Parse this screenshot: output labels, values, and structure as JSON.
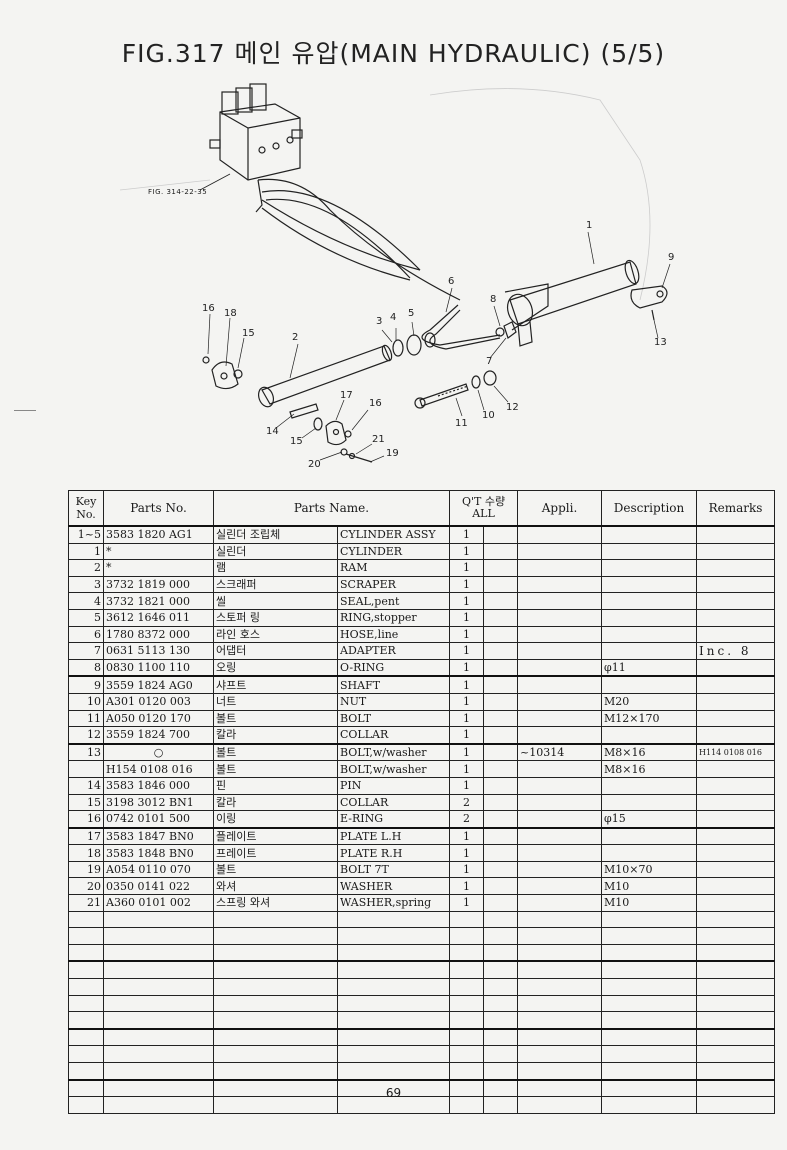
{
  "title": "FIG.317 메인 유압(MAIN HYDRAULIC) (5/5)",
  "figure_ref": "FIG. 314-22-35",
  "callouts": [
    "1",
    "2",
    "3",
    "4",
    "5",
    "6",
    "7",
    "8",
    "9",
    "10",
    "11",
    "12",
    "13",
    "14",
    "15",
    "15",
    "16",
    "16",
    "17",
    "18",
    "19",
    "20",
    "21"
  ],
  "table": {
    "headers": {
      "key_line1": "Key",
      "key_line2": "No.",
      "parts_no": "Parts No.",
      "parts_name": "Parts Name.",
      "qty_line1": "Q'T 수량",
      "qty_line2": "ALL",
      "appli": "Appli.",
      "description": "Description",
      "remarks": "Remarks"
    },
    "rows": [
      {
        "key": "1~5",
        "part_no": "3583 1820 AG1",
        "name_kr": "실린더 조립체",
        "name_en": "CYLINDER ASSY",
        "qty": "1",
        "appli": "",
        "desc": "",
        "remarks": ""
      },
      {
        "key": "1",
        "part_no": "*",
        "name_kr": "실린더",
        "name_en": "CYLINDER",
        "qty": "1",
        "appli": "",
        "desc": "",
        "remarks": ""
      },
      {
        "key": "2",
        "part_no": "*",
        "name_kr": "램",
        "name_en": "RAM",
        "qty": "1",
        "appli": "",
        "desc": "",
        "remarks": ""
      },
      {
        "key": "3",
        "part_no": "3732 1819 000",
        "name_kr": "스크래퍼",
        "name_en": "SCRAPER",
        "qty": "1",
        "appli": "",
        "desc": "",
        "remarks": ""
      },
      {
        "key": "4",
        "part_no": "3732 1821 000",
        "name_kr": "씰",
        "name_en": "SEAL,pent",
        "qty": "1",
        "appli": "",
        "desc": "",
        "remarks": ""
      },
      {
        "key": "5",
        "part_no": "3612 1646 011",
        "name_kr": "스토퍼 링",
        "name_en": "RING,stopper",
        "qty": "1",
        "appli": "",
        "desc": "",
        "remarks": ""
      },
      {
        "key": "6",
        "part_no": "1780 8372 000",
        "name_kr": "라인 호스",
        "name_en": "HOSE,line",
        "qty": "1",
        "appli": "",
        "desc": "",
        "remarks": ""
      },
      {
        "key": "7",
        "part_no": "0631 5113 130",
        "name_kr": "어댑터",
        "name_en": "ADAPTER",
        "qty": "1",
        "appli": "",
        "desc": "",
        "remarks": "Inc. 8"
      },
      {
        "key": "8",
        "part_no": "0830 1100 110",
        "name_kr": "오링",
        "name_en": "O-RING",
        "qty": "1",
        "appli": "",
        "desc": "φ11",
        "remarks": ""
      },
      {
        "key": "9",
        "part_no": "3559 1824 AG0",
        "name_kr": "샤프트",
        "name_en": "SHAFT",
        "qty": "1",
        "appli": "",
        "desc": "",
        "remarks": ""
      },
      {
        "key": "10",
        "part_no": "A301 0120 003",
        "name_kr": "너트",
        "name_en": "NUT",
        "qty": "1",
        "appli": "",
        "desc": "M20",
        "remarks": ""
      },
      {
        "key": "11",
        "part_no": "A050 0120 170",
        "name_kr": "볼트",
        "name_en": "BOLT",
        "qty": "1",
        "appli": "",
        "desc": "M12×170",
        "remarks": ""
      },
      {
        "key": "12",
        "part_no": "3559 1824 700",
        "name_kr": "칼라",
        "name_en": "COLLAR",
        "qty": "1",
        "appli": "",
        "desc": "",
        "remarks": ""
      },
      {
        "key": "13",
        "part_no": "○",
        "name_kr": "볼트",
        "name_en": "BOLT,w/washer",
        "qty": "1",
        "appli": "~10314",
        "desc": "M8×16",
        "remarks": "H114 0108 016"
      },
      {
        "key": "",
        "part_no": "H154 0108 016",
        "name_kr": "볼트",
        "name_en": "BOLT,w/washer",
        "qty": "1",
        "appli": "",
        "desc": "M8×16",
        "remarks": ""
      },
      {
        "key": "14",
        "part_no": "3583 1846 000",
        "name_kr": "핀",
        "name_en": "PIN",
        "qty": "1",
        "appli": "",
        "desc": "",
        "remarks": ""
      },
      {
        "key": "15",
        "part_no": "3198 3012 BN1",
        "name_kr": "칼라",
        "name_en": "COLLAR",
        "qty": "2",
        "appli": "",
        "desc": "",
        "remarks": ""
      },
      {
        "key": "16",
        "part_no": "0742 0101 500",
        "name_kr": "이링",
        "name_en": "E-RING",
        "qty": "2",
        "appli": "",
        "desc": "φ15",
        "remarks": ""
      },
      {
        "key": "17",
        "part_no": "3583 1847 BN0",
        "name_kr": "플레이트",
        "name_en": "PLATE L.H",
        "qty": "1",
        "appli": "",
        "desc": "",
        "remarks": ""
      },
      {
        "key": "18",
        "part_no": "3583 1848 BN0",
        "name_kr": "프레이트",
        "name_en": "PLATE R.H",
        "qty": "1",
        "appli": "",
        "desc": "",
        "remarks": ""
      },
      {
        "key": "19",
        "part_no": "A054 0110 070",
        "name_kr": "볼트",
        "name_en": "BOLT 7T",
        "qty": "1",
        "appli": "",
        "desc": "M10×70",
        "remarks": ""
      },
      {
        "key": "20",
        "part_no": "0350 0141 022",
        "name_kr": "와셔",
        "name_en": "WASHER",
        "qty": "1",
        "appli": "",
        "desc": "M10",
        "remarks": ""
      },
      {
        "key": "21",
        "part_no": "A360 0101 002",
        "name_kr": "스프링 와셔",
        "name_en": "WASHER,spring",
        "qty": "1",
        "appli": "",
        "desc": "M10",
        "remarks": ""
      }
    ]
  },
  "page_number": "69"
}
